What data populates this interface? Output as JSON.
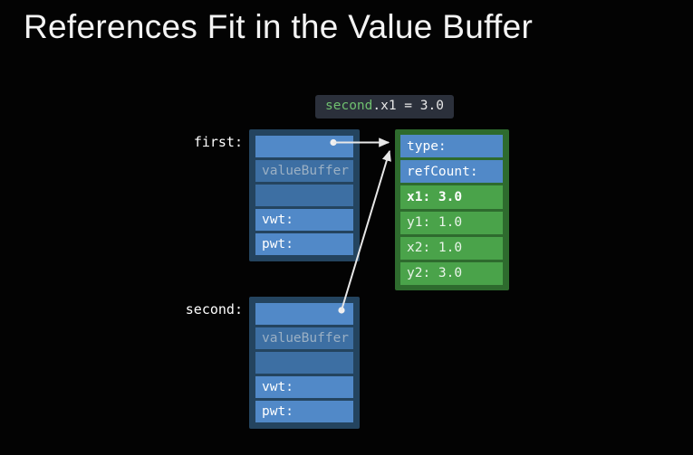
{
  "slide": {
    "title": "References Fit in the Value Buffer",
    "background_color": "#030303",
    "title_color": "#f4f4f4"
  },
  "code_badge": {
    "identifier": "second",
    "rest": ".x1 = 3.0",
    "full_text": "second.x1 = 3.0",
    "background_color": "#2b303b",
    "identifier_color": "#6fbf6f",
    "rest_color": "#e8e8e8"
  },
  "structs": [
    {
      "label": "first:",
      "border_color": "#24445f",
      "rows": [
        {
          "text": "",
          "style": "pointer"
        },
        {
          "text": "valueBuffer",
          "style": "dim"
        },
        {
          "text": "",
          "style": "plain"
        },
        {
          "text": "vwt:",
          "style": "field"
        },
        {
          "text": "pwt:",
          "style": "field"
        }
      ]
    },
    {
      "label": "second:",
      "border_color": "#24445f",
      "rows": [
        {
          "text": "",
          "style": "pointer"
        },
        {
          "text": "valueBuffer",
          "style": "dim"
        },
        {
          "text": "",
          "style": "plain"
        },
        {
          "text": "vwt:",
          "style": "field"
        },
        {
          "text": "pwt:",
          "style": "field"
        }
      ]
    }
  ],
  "heap_object": {
    "border_color": "#2e6b2e",
    "header_color": "#5189c8",
    "field_color": "#4aa34a",
    "rows": [
      {
        "text": "type:",
        "kind": "header",
        "highlight": false
      },
      {
        "text": "refCount:",
        "kind": "header",
        "highlight": false
      },
      {
        "text": "x1: 3.0",
        "kind": "field",
        "highlight": true
      },
      {
        "text": "y1: 1.0",
        "kind": "field",
        "highlight": false
      },
      {
        "text": "x2: 1.0",
        "kind": "field",
        "highlight": false
      },
      {
        "text": "y2: 3.0",
        "kind": "field",
        "highlight": false
      }
    ]
  },
  "arrows": [
    {
      "name": "first-to-heap",
      "from": "first.pointer-row",
      "to": "heap-object",
      "color": "#e8e8e8"
    },
    {
      "name": "second-to-heap",
      "from": "second.pointer-row",
      "to": "heap-object",
      "color": "#e8e8e8"
    }
  ]
}
